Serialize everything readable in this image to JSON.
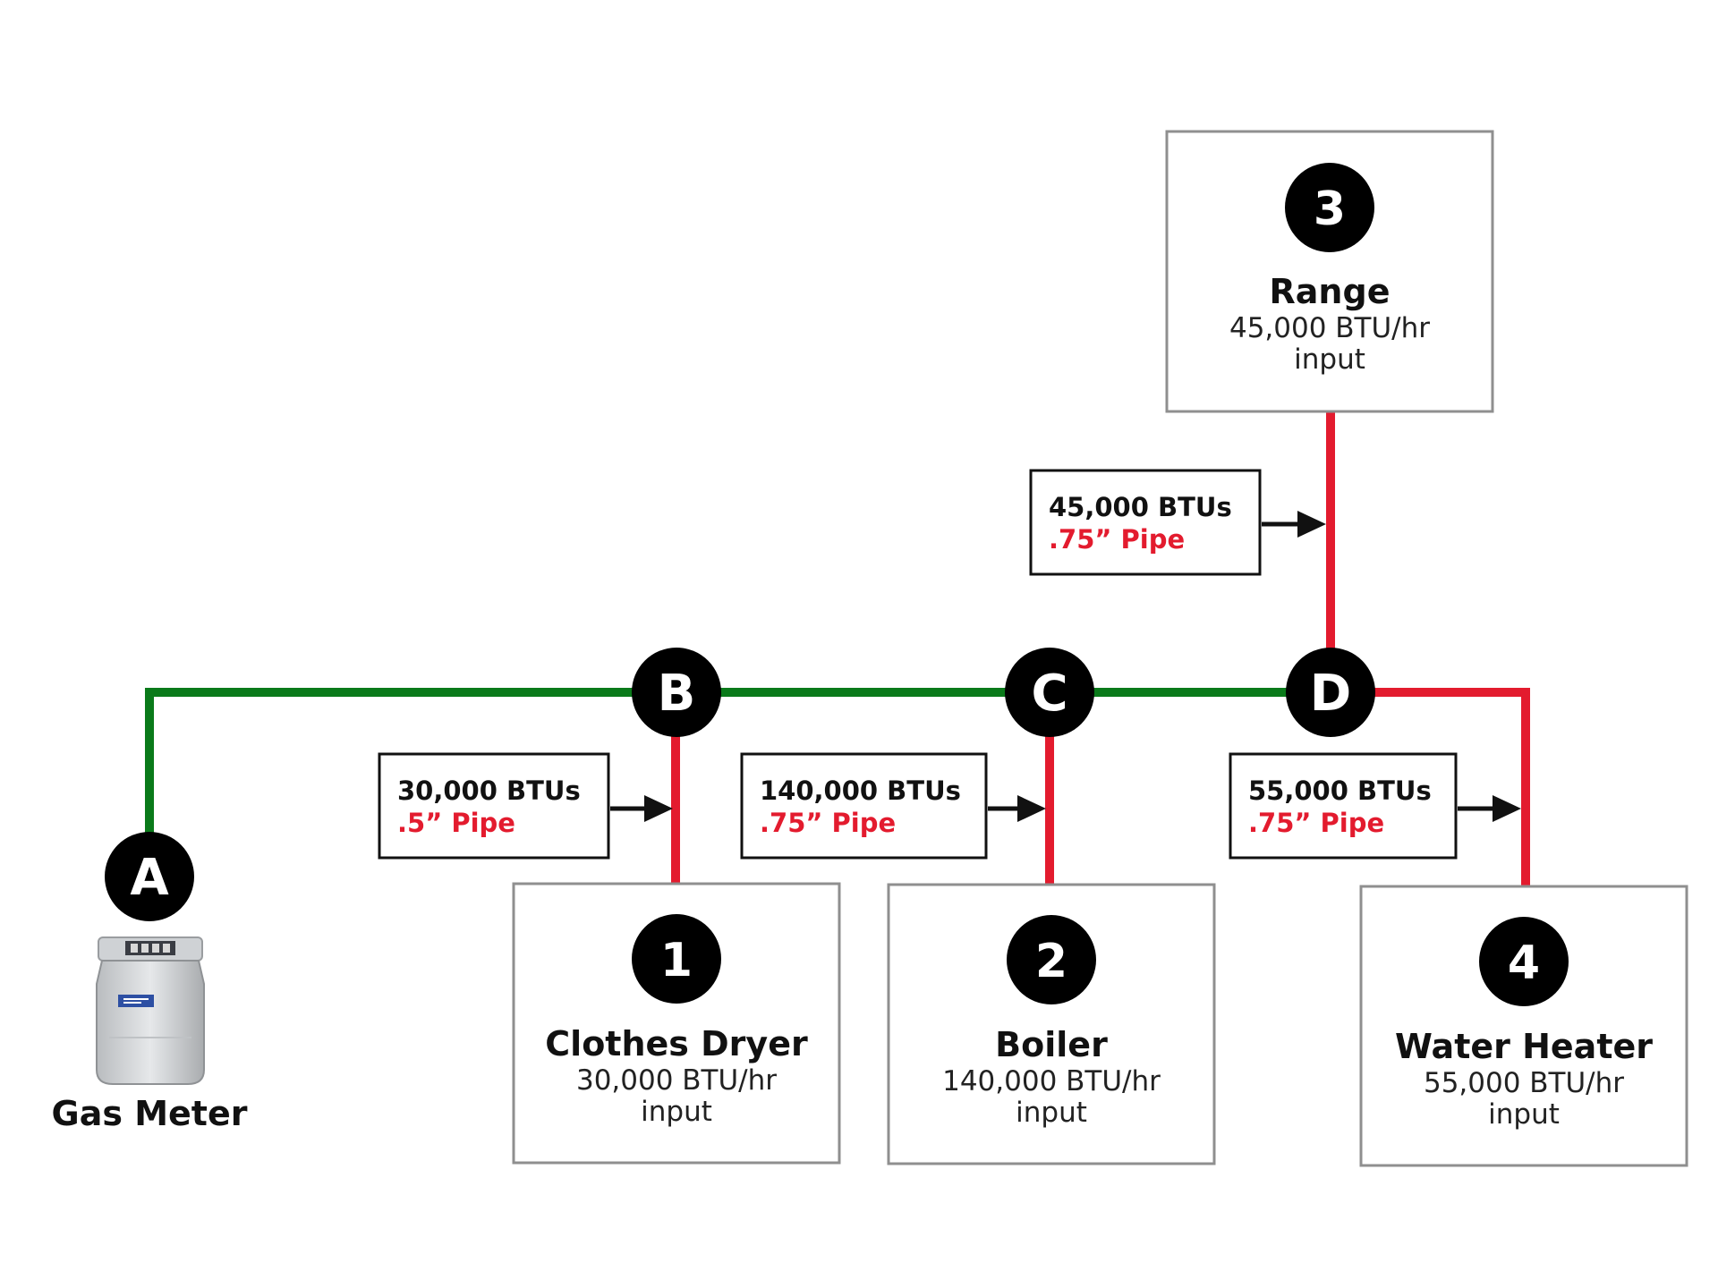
{
  "colors": {
    "main_line": "#0a7a1a",
    "branch_line": "#e31b2e",
    "node_fill": "#000000",
    "box_border": "#8f8f8f"
  },
  "nodes": {
    "a": "A",
    "b": "B",
    "c": "C",
    "d": "D"
  },
  "meter": {
    "icon": "gas-meter-icon",
    "label": "Gas Meter"
  },
  "appliances": [
    {
      "number": "1",
      "name": "Clothes Dryer",
      "rate": "30,000 BTU/hr",
      "input": "input"
    },
    {
      "number": "2",
      "name": "Boiler",
      "rate": "140,000 BTU/hr",
      "input": "input"
    },
    {
      "number": "3",
      "name": "Range",
      "rate": "45,000 BTU/hr",
      "input": "input"
    },
    {
      "number": "4",
      "name": "Water Heater",
      "rate": "55,000 BTU/hr",
      "input": "input"
    }
  ],
  "segments": [
    {
      "btu": "30,000 BTUs",
      "pipe": ".5” Pipe"
    },
    {
      "btu": "140,000 BTUs",
      "pipe": ".75” Pipe"
    },
    {
      "btu": "45,000 BTUs",
      "pipe": ".75” Pipe"
    },
    {
      "btu": "55,000 BTUs",
      "pipe": ".75” Pipe"
    }
  ]
}
